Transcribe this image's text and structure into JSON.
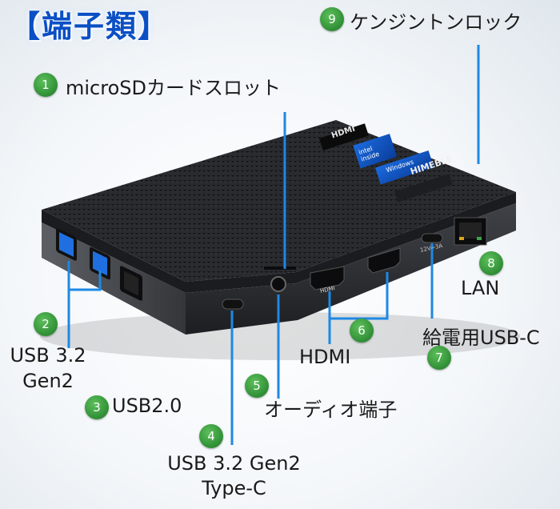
{
  "title": "【端子類】",
  "colors": {
    "title": "#0a4fc4",
    "badge": "#2f8e35",
    "leader": "#1e88e5"
  },
  "device": {
    "branding": "HIMEBLE",
    "hdmi_logo": "HDMI",
    "intel_badge": "intel inside",
    "windows_badge": "Windows",
    "port_labels": {
      "hdmi": "HDMI",
      "usbc_power": "12V⎓3A"
    }
  },
  "callouts": [
    {
      "number": "1",
      "label": "microSDカードスロット"
    },
    {
      "number": "2",
      "label_line1": "USB 3.2",
      "label_line2": "Gen2"
    },
    {
      "number": "3",
      "label": "USB2.0"
    },
    {
      "number": "4",
      "label_line1": "USB 3.2 Gen2",
      "label_line2": "Type-C"
    },
    {
      "number": "5",
      "label": "オーディオ端子"
    },
    {
      "number": "6",
      "label": "HDMI"
    },
    {
      "number": "7",
      "label": "給電用USB-C"
    },
    {
      "number": "8",
      "label": "LAN"
    },
    {
      "number": "9",
      "label": "ケンジントンロック"
    }
  ]
}
